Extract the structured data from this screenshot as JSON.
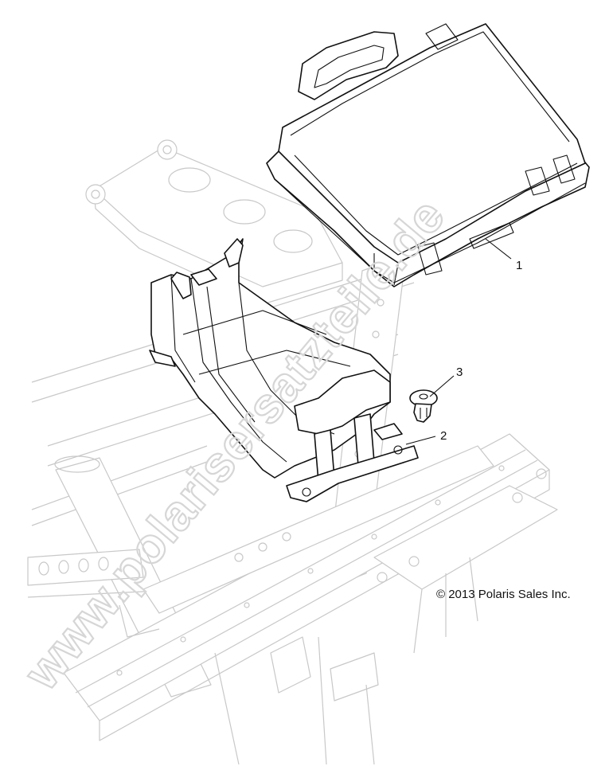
{
  "callouts": [
    {
      "label": "1",
      "part": "storage-box"
    },
    {
      "label": "2",
      "part": "mounting-bracket"
    },
    {
      "label": "3",
      "part": "push-rivet"
    }
  ],
  "copyright": "© 2013 Polaris Sales Inc.",
  "watermark": "www.polarisersatzteile.de"
}
